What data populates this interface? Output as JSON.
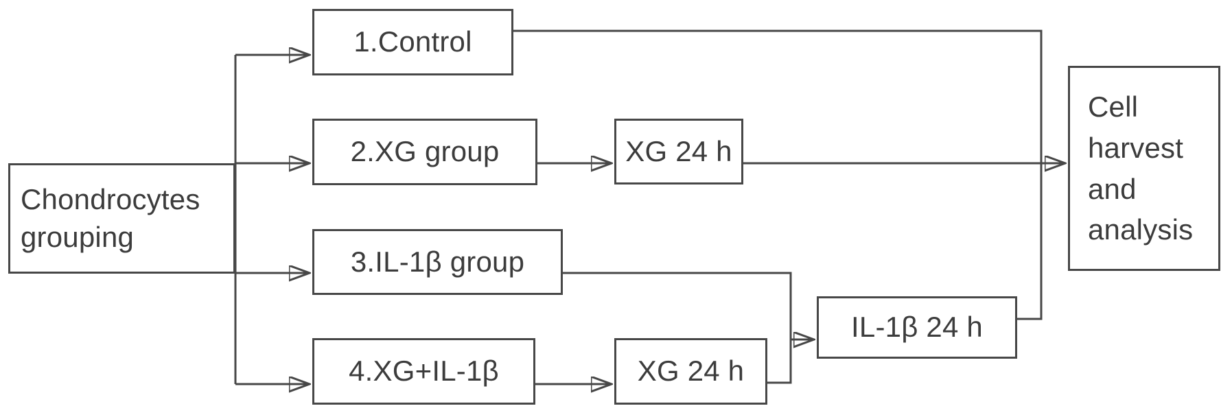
{
  "diagram": {
    "source_box": {
      "label": "Chondrocytes grouping"
    },
    "group_boxes": [
      {
        "label": "1.Control"
      },
      {
        "label": "2.XG group"
      },
      {
        "label": "3.IL-1β group"
      },
      {
        "label": "4.XG+IL-1β"
      }
    ],
    "treatment_boxes": {
      "xg_top": {
        "label": "XG 24 h"
      },
      "xg_bottom": {
        "label": "XG 24 h"
      },
      "il1b": {
        "label": "IL-1β 24 h"
      }
    },
    "result_box": {
      "label": "Cell harvest and analysis"
    },
    "connections": [
      {
        "from": "Chondrocytes grouping",
        "to": "1.Control"
      },
      {
        "from": "Chondrocytes grouping",
        "to": "2.XG group"
      },
      {
        "from": "Chondrocytes grouping",
        "to": "3.IL-1β group"
      },
      {
        "from": "Chondrocytes grouping",
        "to": "4.XG+IL-1β"
      },
      {
        "from": "2.XG group",
        "to": "XG 24 h (top)"
      },
      {
        "from": "4.XG+IL-1β",
        "to": "XG 24 h (bottom)"
      },
      {
        "from": "3.IL-1β group",
        "to": "IL-1β 24 h"
      },
      {
        "from": "XG 24 h (bottom)",
        "to": "IL-1β 24 h"
      },
      {
        "from": "1.Control",
        "to": "Cell harvest and analysis"
      },
      {
        "from": "XG 24 h (top)",
        "to": "Cell harvest and analysis"
      },
      {
        "from": "IL-1β 24 h",
        "to": "Cell harvest and analysis"
      }
    ],
    "colors": {
      "line": "#474747",
      "text": "#3c3c3c",
      "background": "#ffffff"
    }
  }
}
